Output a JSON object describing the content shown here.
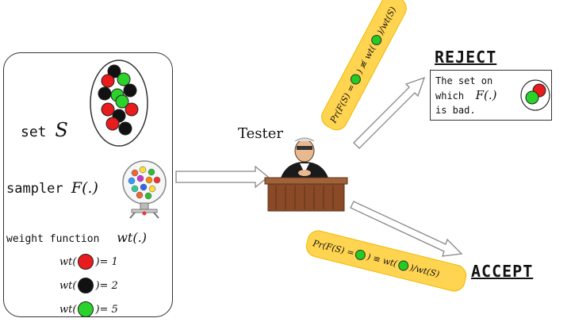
{
  "panel": {
    "set_label": "set",
    "set_symbol": "S",
    "sampler_label": "sampler",
    "sampler_symbol": "F(.)",
    "weight_label": "weight function",
    "weight_symbol": "wt(.)",
    "weights": [
      {
        "color": "#e81c1c",
        "fn": "wt(",
        "value": ")= 1"
      },
      {
        "color": "#111111",
        "fn": "wt(",
        "value": ")= 2"
      },
      {
        "color": "#2ad22a",
        "fn": "wt(",
        "value": ")= 5"
      }
    ]
  },
  "tester": {
    "label": "Tester"
  },
  "reject": {
    "heading": "REJECT",
    "text_line1": "The set on",
    "text_line2": "which",
    "text_symbol": "F(.)",
    "text_line3": "is bad."
  },
  "accept": {
    "heading": "ACCEPT"
  },
  "notes": {
    "reject_condition_left": "Pr(F(S) =",
    "reject_condition_right": ") ≢ wt(",
    "reject_condition_end": ")/wt(S)",
    "accept_condition_left": "Pr(F(S) =",
    "accept_condition_right": ") ≡ wt(",
    "accept_condition_end": ")/wt(S)"
  },
  "colors": {
    "red": "#e81c1c",
    "black": "#111111",
    "green": "#2ad22a",
    "note_fill": "#ffd451"
  }
}
